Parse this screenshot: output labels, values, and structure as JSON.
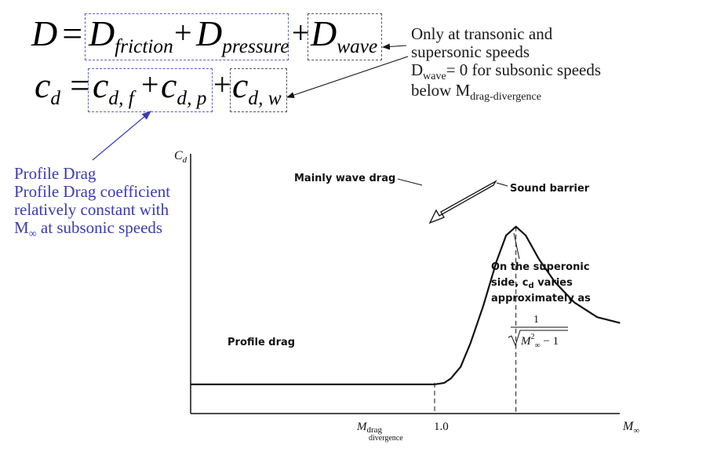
{
  "equations": {
    "drag_lhs": "D",
    "eq_sign": "=",
    "plus": "+",
    "D_main": "D",
    "sub_friction": "friction",
    "sub_pressure": "pressure",
    "sub_wave": "wave",
    "cd_main": "c",
    "cd_sub": "d",
    "c_main": "c",
    "sub_df": "d, f",
    "sub_dp": "d, p",
    "sub_dw": "d, w"
  },
  "wave_note": {
    "line1": "Only at transonic and",
    "line2": "supersonic speeds",
    "line3_main": "D",
    "line3_sub": "wave",
    "line3_rest": "= 0 for subsonic speeds",
    "line4_main": "below M",
    "line4_sub": "drag-divergence"
  },
  "profile_note": {
    "line1": "Profile Drag",
    "line2": "Profile Drag coefficient",
    "line3": "relatively constant with",
    "line4_main": "M",
    "line4_sub": "∞",
    "line4_rest": " at subsonic speeds"
  },
  "colors": {
    "blue": "#3b3bb0",
    "blue_box": "#5c5fb8",
    "gray_box": "#555555",
    "curve": "#111111"
  },
  "chart_data": {
    "type": "line",
    "xlabel_main": "M",
    "xlabel_sub": "∞",
    "ylabel_main": "C",
    "ylabel_sub": "d",
    "ticks": {
      "divergence_main": "M",
      "divergence_sub": "drag",
      "divergence_sub2": "divergence",
      "one": "1.0"
    },
    "x": [
      0.0,
      0.2,
      0.4,
      0.6,
      0.75,
      0.78,
      0.8,
      0.83,
      0.86,
      0.9,
      0.94,
      0.97,
      1.0,
      1.03,
      1.07,
      1.12,
      1.18,
      1.25,
      1.32
    ],
    "y": [
      0.1,
      0.1,
      0.1,
      0.1,
      0.1,
      0.105,
      0.12,
      0.16,
      0.24,
      0.37,
      0.52,
      0.61,
      0.64,
      0.61,
      0.53,
      0.45,
      0.38,
      0.33,
      0.31
    ],
    "xlim": [
      0,
      1.5
    ],
    "ylim": [
      0,
      0.9
    ],
    "markers": [
      0.75,
      1.0
    ],
    "annotations": {
      "profile_drag": "Profile drag",
      "wave_drag": "Mainly wave drag",
      "sound_barrier": "Sound barrier",
      "super_line1": "On the superonic",
      "super_line2": "side, c",
      "super_line2_sub": "d",
      "super_line2_rest": " varies",
      "super_line3": "approximately as",
      "frac_num": "1",
      "frac_den_main": "M",
      "frac_den_exp": "2",
      "frac_den_sub": "∞",
      "frac_den_rest": " − 1"
    }
  }
}
